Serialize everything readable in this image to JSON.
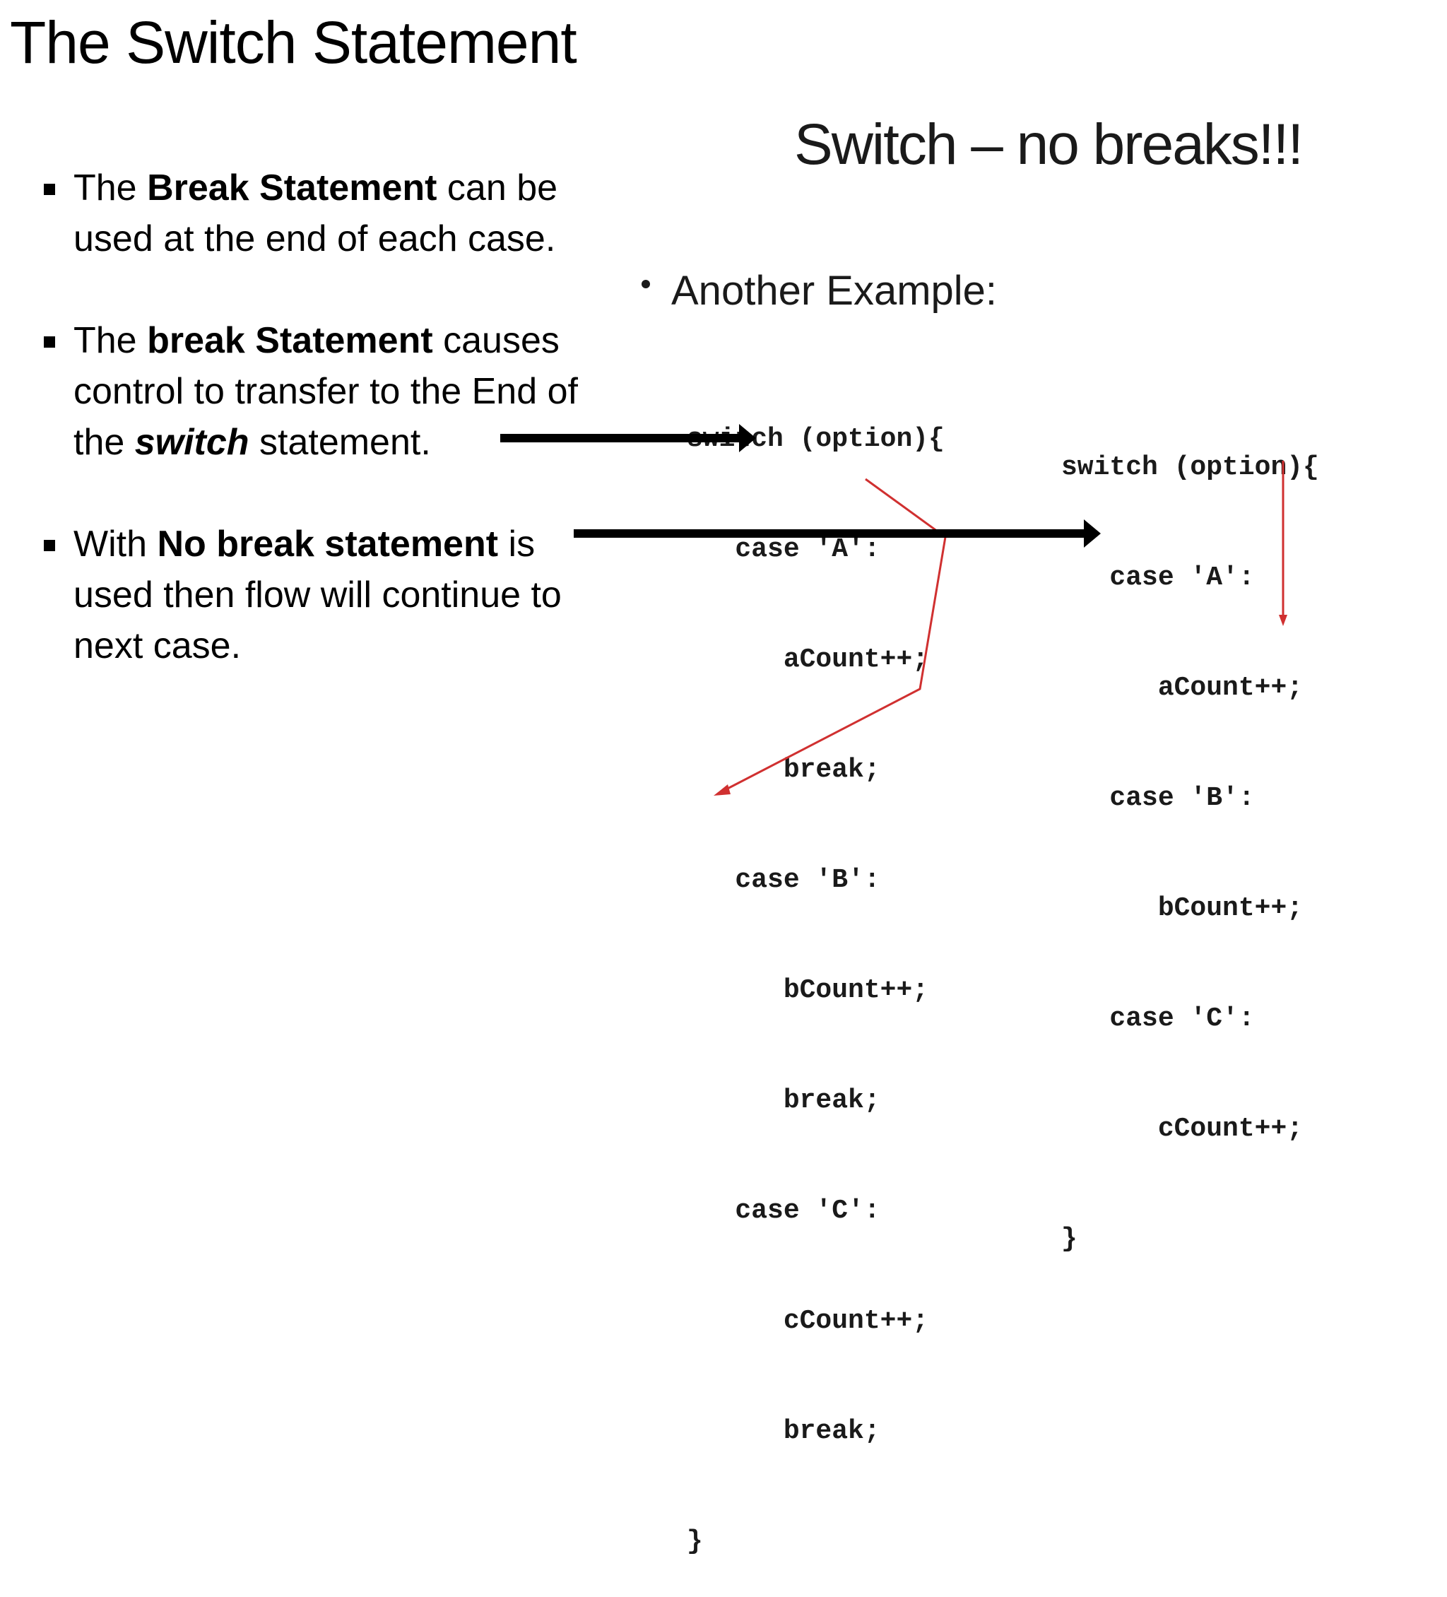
{
  "slide": {
    "title": "The Switch Statement"
  },
  "bullets": [
    {
      "pre": "The ",
      "bold": "Break Statement",
      "post": " can be used at the end of each case."
    },
    {
      "pre": "The ",
      "bold": "break Statement",
      "mid": " causes control to transfer to the End of the ",
      "bolditalic": "switch",
      "post": " statement."
    },
    {
      "pre": "With ",
      "bold": "No break statement",
      "post": " is used then flow will continue to next case."
    }
  ],
  "example": {
    "title": "Switch – no breaks!!!",
    "subheading": "Another Example:",
    "code_left": [
      "switch (option){",
      "   case 'A':",
      "      aCount++;",
      "      break;",
      "   case 'B':",
      "      bCount++;",
      "      break;",
      "   case 'C':",
      "      cCount++;",
      "      break;",
      "}"
    ],
    "code_right": [
      "switch (option){",
      "   case 'A':",
      "      aCount++;",
      "   case 'B':",
      "      bCount++;",
      "   case 'C':",
      "      cCount++;",
      "}"
    ]
  },
  "colors": {
    "text": "#000000",
    "code": "#1a1a1a",
    "flow_arrow": "#d03030",
    "pointer_arrow": "#000000"
  }
}
